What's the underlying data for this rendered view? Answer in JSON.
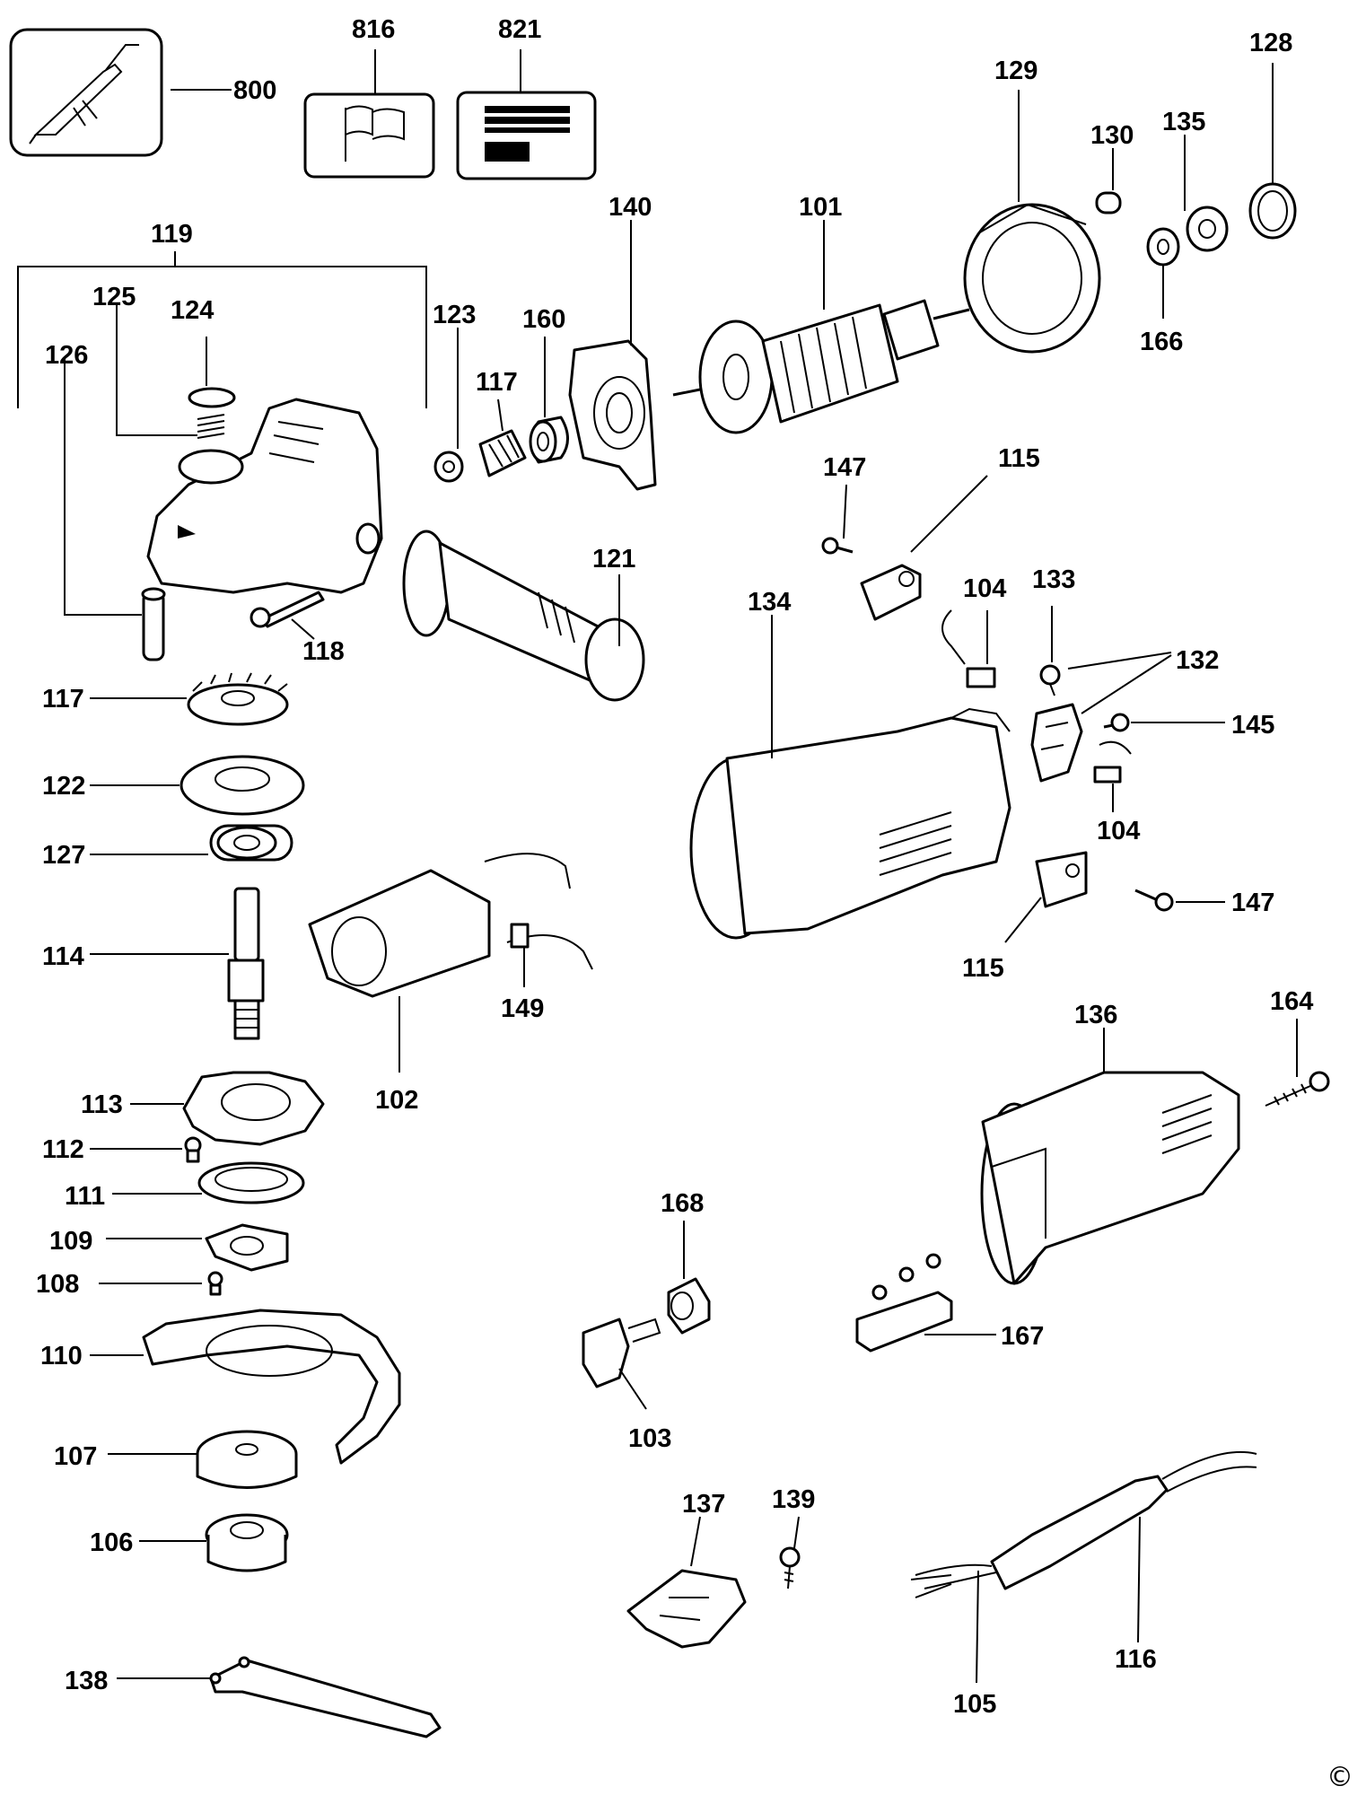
{
  "labels": {
    "p800": "800",
    "p816": "816",
    "p821": "821",
    "p119": "119",
    "p125": "125",
    "p124": "124",
    "p126": "126",
    "p123": "123",
    "p117a": "117",
    "p160": "160",
    "p140": "140",
    "p101": "101",
    "p129": "129",
    "p130": "130",
    "p135": "135",
    "p128": "128",
    "p166": "166",
    "p118": "118",
    "p121": "121",
    "p147a": "147",
    "p115a": "115",
    "p134": "134",
    "p104a": "104",
    "p133": "133",
    "p132": "132",
    "p145": "145",
    "p104b": "104",
    "p147b": "147",
    "p115b": "115",
    "p117b": "117",
    "p122": "122",
    "p127": "127",
    "p114": "114",
    "p149": "149",
    "p102": "102",
    "p113": "113",
    "p112": "112",
    "p111": "111",
    "p109": "109",
    "p108": "108",
    "p110": "110",
    "p107": "107",
    "p106": "106",
    "p138": "138",
    "p168": "168",
    "p103": "103",
    "p137": "137",
    "p139": "139",
    "p136": "136",
    "p164": "164",
    "p167": "167",
    "p116": "116",
    "p105": "105"
  },
  "copyright_symbol": "©"
}
